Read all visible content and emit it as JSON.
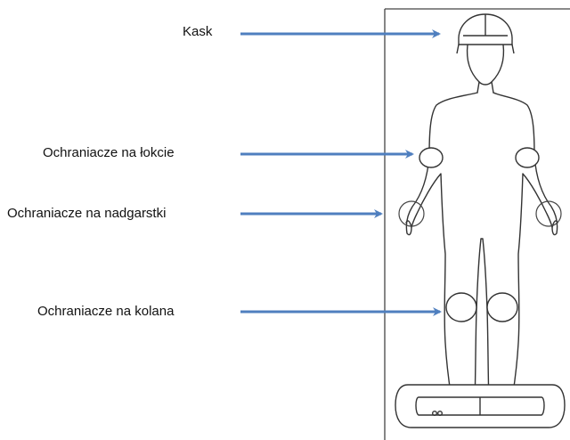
{
  "labels": {
    "helmet": "Kask",
    "elbow_pads": "Ochraniacze na łokcie",
    "wrist_guards": "Ochraniacze na nadgarstki",
    "knee_pads": "Ochraniacze na kolana"
  },
  "colors": {
    "arrow": "#4f7fbf",
    "outline": "#333333",
    "frame": "#444444"
  }
}
